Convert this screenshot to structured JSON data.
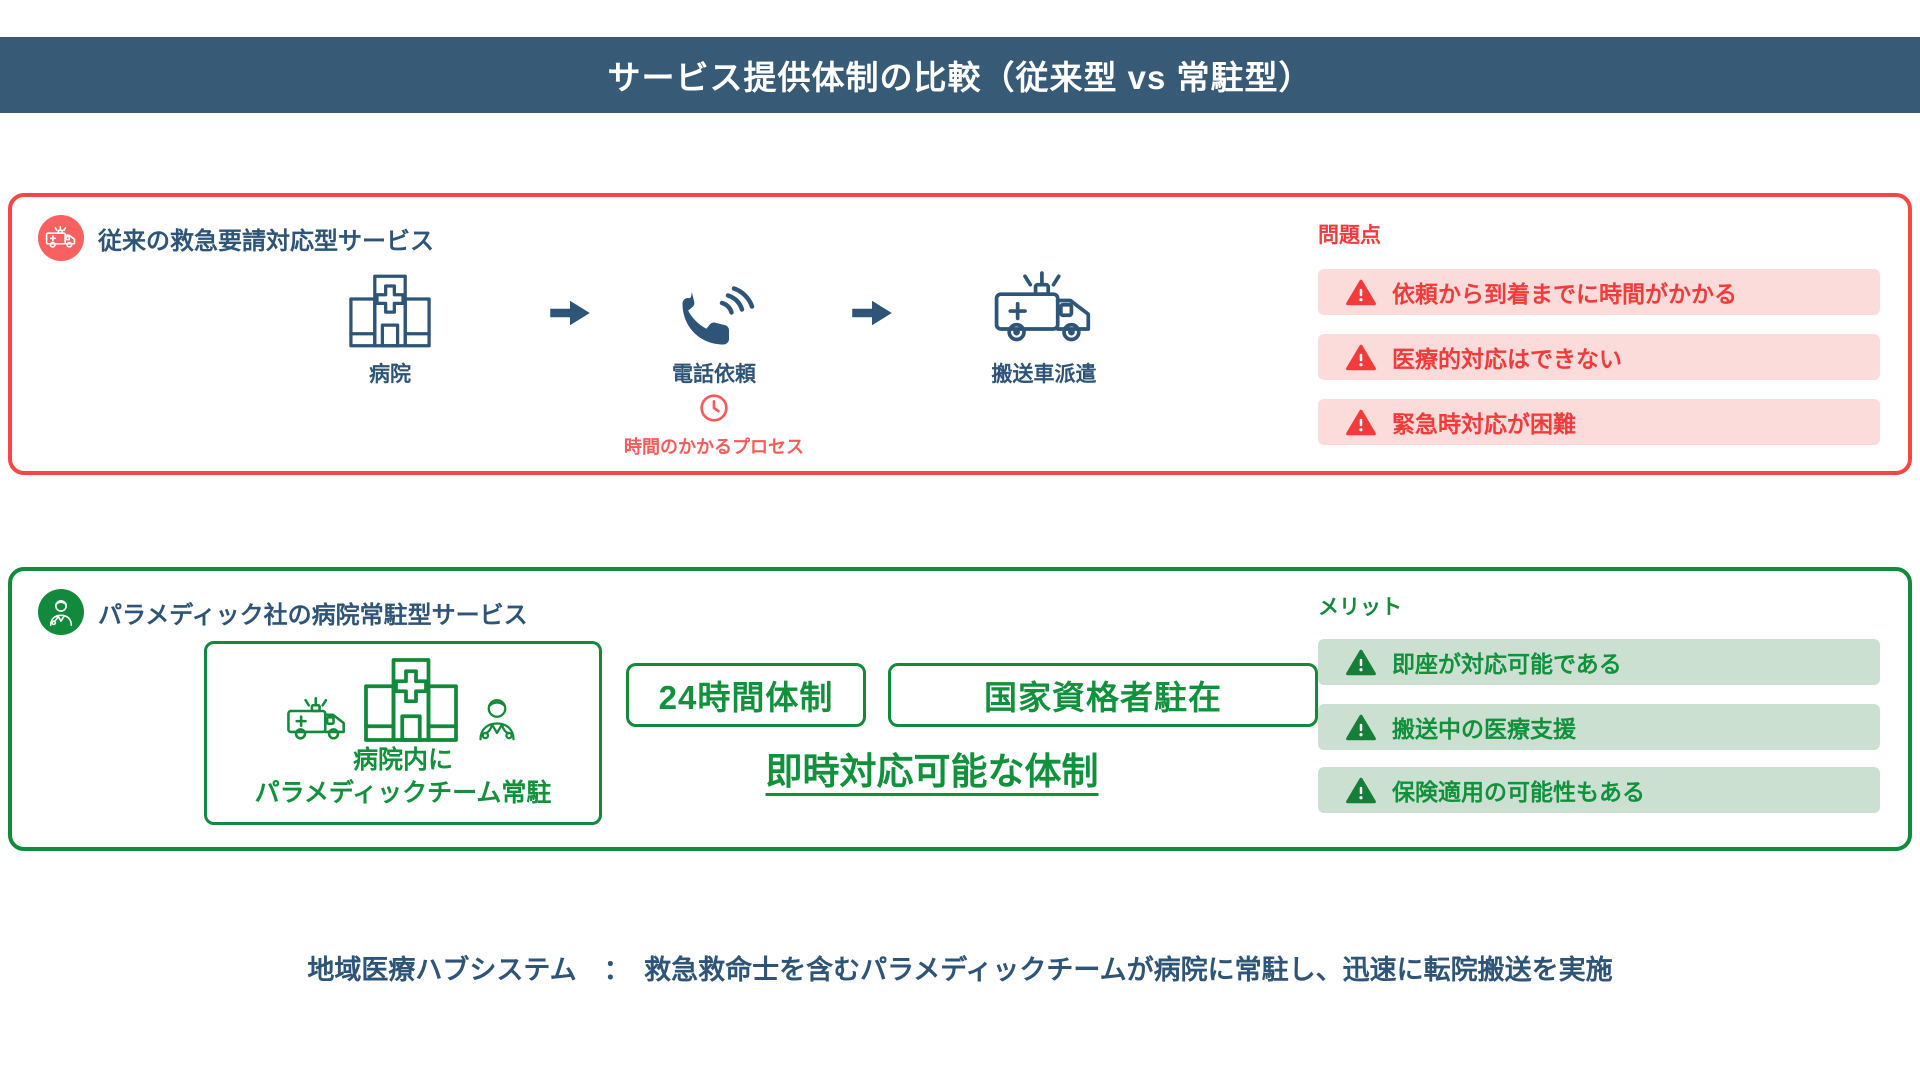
{
  "header": {
    "title": "サービス提供体制の比較（従来型 vs 常駐型）"
  },
  "traditional": {
    "title": "従来の救急要請対応型サービス",
    "flow": [
      {
        "icon": "hospital-icon",
        "label": "病院"
      },
      {
        "icon": "phone-icon",
        "label": "電話依頼"
      },
      {
        "icon": "ambulance-icon",
        "label": "搬送車派遣"
      }
    ],
    "process_note": "時間のかかるプロセス",
    "problems_title": "問題点",
    "problems": [
      "依頼から到着までに時間がかかる",
      "医療的対応はできない",
      "緊急時対応が困難"
    ]
  },
  "resident": {
    "title": "パラメディック社の病院常駐型サービス",
    "team_box": {
      "line1": "病院内に",
      "line2": "パラメディックチーム常駐"
    },
    "badges": [
      "24時間体制",
      "国家資格者駐在"
    ],
    "highlight": "即時対応可能な体制",
    "merits_title": "メリット",
    "merits": [
      "即座が対応可能である",
      "搬送中の医療支援",
      "保険適用の可能性もある"
    ]
  },
  "footer": {
    "note": "地域医療ハブシステム　：　救急救命士を含むパラメディックチームが病院に常駐し、迅速に転院搬送を実施"
  },
  "icons": {
    "traditional_badge": "ambulance-icon",
    "resident_badge": "doctor-icon",
    "process": "clock-icon",
    "alert": "warning-icon",
    "arrow": "arrow-right-icon"
  },
  "colors": {
    "header_bg": "#375A76",
    "ink_blue": "#2E5577",
    "red_border": "#FA4545",
    "red_badge": "#F96060",
    "red_text": "#F23B3B",
    "red_box_bg": "#FCDBDB",
    "green": "#12893B",
    "green_text": "#12913D",
    "green_box_bg": "#CCE0D2"
  }
}
